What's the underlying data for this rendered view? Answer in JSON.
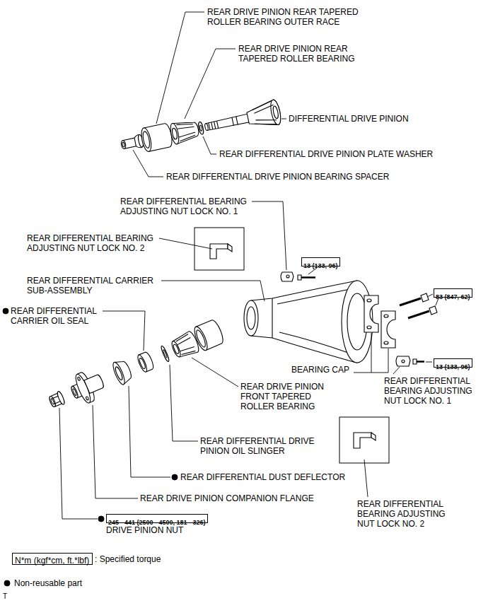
{
  "diagram": {
    "nodes": [
      {
        "text": [
          "13 (133, 96)"
        ]
      },
      {
        "text": [
          "83 (847, 62)"
        ]
      },
      {
        "text": [
          "13 (133, 96)"
        ]
      },
      {
        "text": [
          "245 - 441 (2500 - 4500, 181 - 326)"
        ]
      },
      {
        "text": [
          "N*m (kgf*cm, ft.*lbf)"
        ]
      }
    ],
    "labels": [
      "REAR DRIVE PINION REAR TAPERED ROLLER BEARING OUTER RACE",
      "REAR DRIVE PINION REAR TAPERED ROLLER BEARING",
      "DIFFERENTIAL DRIVE PINION",
      "REAR DIFFERENTIAL DRIVE PINION PLATE WASHER",
      "REAR DIFFERENTIAL DRIVE PINION BEARING SPACER",
      "REAR DIFFERENTIAL BEARING ADJUSTING NUT LOCK NO. 1",
      "REAR DIFFERENTIAL BEARING ADJUSTING NUT LOCK NO. 2",
      "REAR DIFFERENTIAL CARRIER SUB-ASSEMBLY",
      "REAR DIFFERENTIAL CARRIER OIL SEAL",
      "BEARING CAP",
      "REAR DIFFERENTIAL BEARING ADJUSTING NUT LOCK NO. 1",
      "REAR DRIVE PINION FRONT TAPERED ROLLER BEARING",
      "REAR DIFFERENTIAL DRIVE PINION OIL SLINGER",
      "REAR DIFFERENTIAL DUST DEFLECTOR",
      "REAR DRIVE PINION COMPANION FLANGE",
      "DRIVE PINION NUT",
      "REAR DIFFERENTIAL BEARING ADJUSTING NUT LOCK NO. 2",
      ": Specified torque",
      "Non-reusable part",
      "T"
    ]
  }
}
